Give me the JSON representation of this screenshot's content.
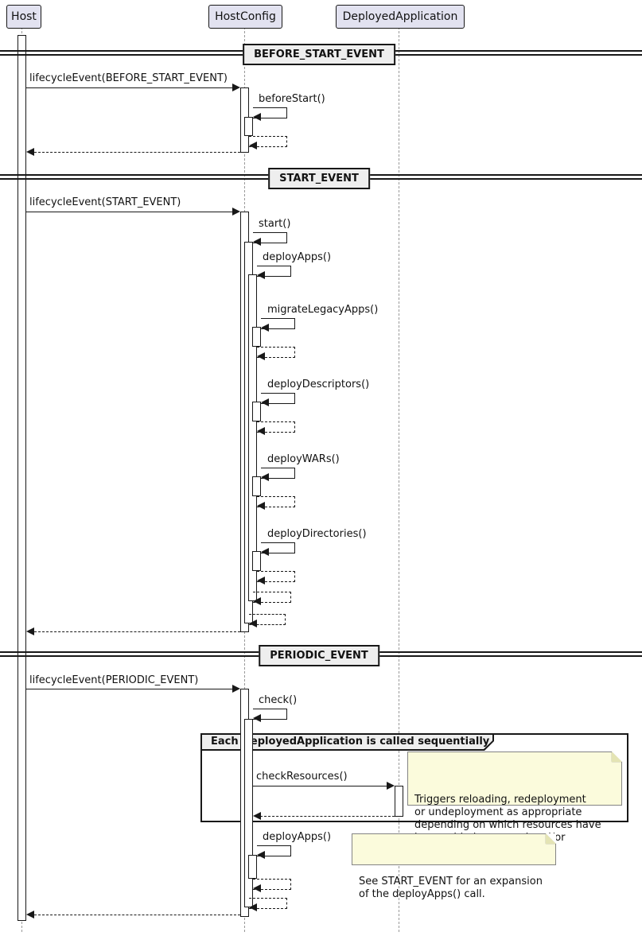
{
  "colors": {
    "participant-fill": "#E2E2F0",
    "participant-border": "#181818",
    "line": "#181818",
    "lifeline": "#9A9A9A",
    "divider-fill": "#EEEEEE",
    "note-fill": "#FBFBDC",
    "note-border": "#848484",
    "bg": "#FFFFFF",
    "text": "#121212"
  },
  "participants": [
    {
      "label": "Host"
    },
    {
      "label": "HostConfig"
    },
    {
      "label": "DeployedApplication"
    }
  ],
  "dividers": [
    {
      "label": "BEFORE_START_EVENT"
    },
    {
      "label": "START_EVENT"
    },
    {
      "label": "PERIODIC_EVENT"
    }
  ],
  "messages": {
    "lifecycle_before": "lifecycleEvent(BEFORE_START_EVENT)",
    "before_start": "beforeStart()",
    "lifecycle_start": "lifecycleEvent(START_EVENT)",
    "start": "start()",
    "deploy_apps": "deployApps()",
    "migrate_legacy_apps": "migrateLegacyApps()",
    "deploy_descriptors": "deployDescriptors()",
    "deploy_wars": "deployWARs()",
    "deploy_directories": "deployDirectories()",
    "lifecycle_periodic": "lifecycleEvent(PERIODIC_EVENT)",
    "check": "check()",
    "check_resources": "checkResources()",
    "deploy_apps_periodic": "deployApps()"
  },
  "group": {
    "label": "Each DeployedApplication is called sequentially"
  },
  "notes": {
    "check_resources": "Triggers reloading, redeployment\nor undeployment as appropriate\ndepending on which resources have\nbeen added, removed and/or changed.",
    "deploy_apps": "See START_EVENT for an expansion\nof the deployApps() call."
  }
}
